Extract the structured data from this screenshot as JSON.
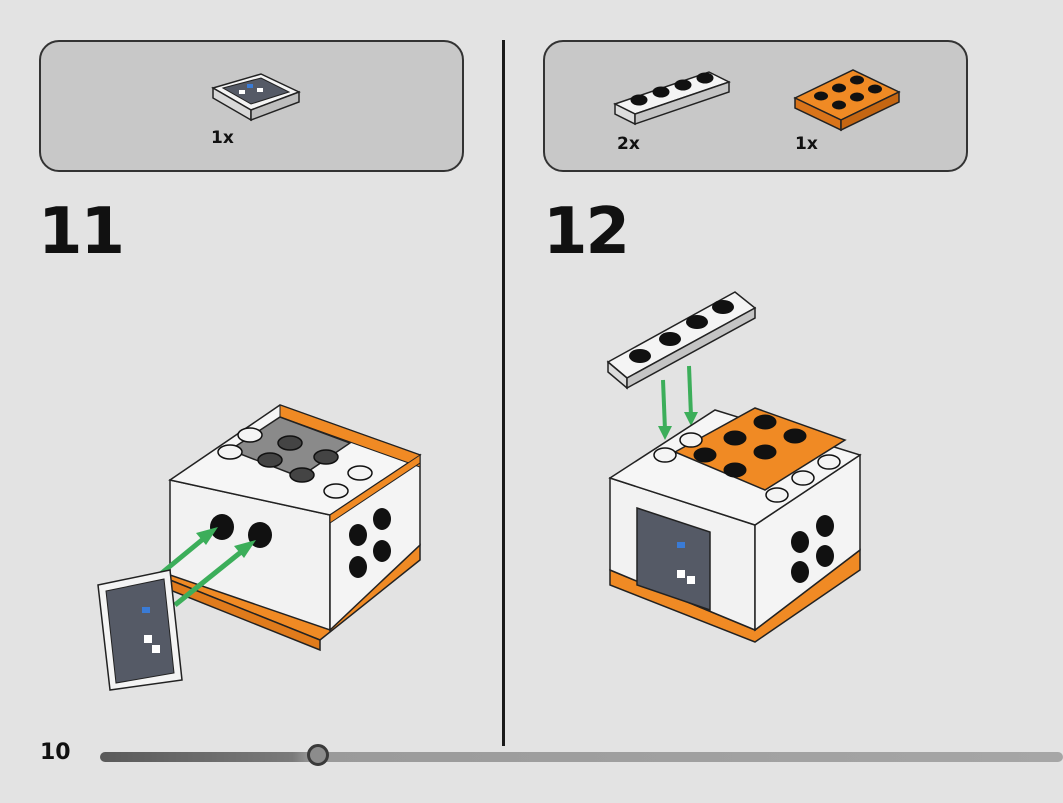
{
  "page": {
    "number": "10"
  },
  "progress": {
    "value": 0.23
  },
  "steps": [
    {
      "number": "11",
      "parts": [
        {
          "qty": "1x",
          "name": "printed-tile-2x2"
        }
      ]
    },
    {
      "number": "12",
      "parts": [
        {
          "qty": "2x",
          "name": "white-plate-1x4"
        },
        {
          "qty": "1x",
          "name": "orange-plate-2x3"
        }
      ]
    }
  ],
  "colors": {
    "orange": "#f08a24",
    "white": "#f4f4f4",
    "arrow": "#3cae5a",
    "outline": "#1a1a1a"
  }
}
